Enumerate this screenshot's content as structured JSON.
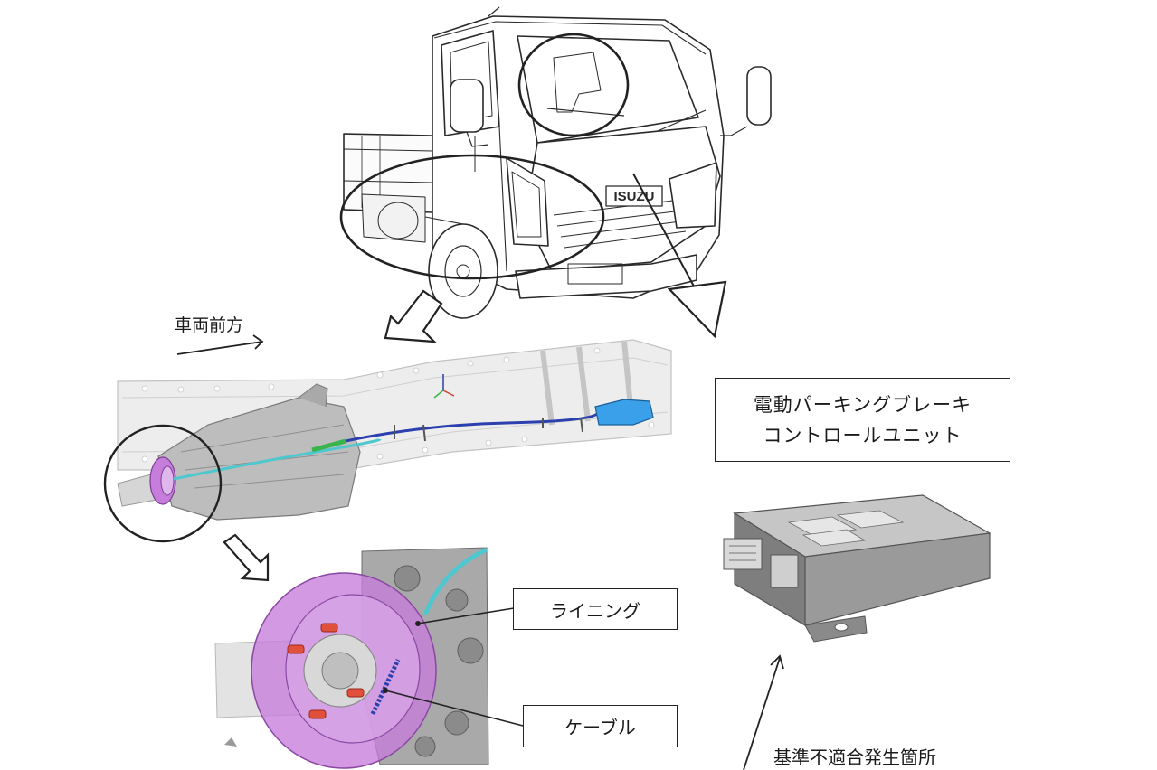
{
  "labels": {
    "vehicle_front": "車両前方",
    "ecu_line1": "電動パーキングブレーキ",
    "ecu_line2": "コントロールユニット",
    "lining": "ライニング",
    "cable": "ケーブル",
    "nonconformity_site": "基準不適合発生箇所"
  },
  "truck": {
    "grille_badge": "ISUZU"
  },
  "colors": {
    "line": "#2a2a2a",
    "frame_fill": "#e6e6e6",
    "transmission": "#b5b5b5",
    "brake_drum": "#c77ddb",
    "cable_cyan": "#4fc7cf",
    "cable_blue": "#2b3fae",
    "harness_blue": "#3aa0ea",
    "pin_red": "#e0503a",
    "ecu_body": "#8e8e8e"
  }
}
